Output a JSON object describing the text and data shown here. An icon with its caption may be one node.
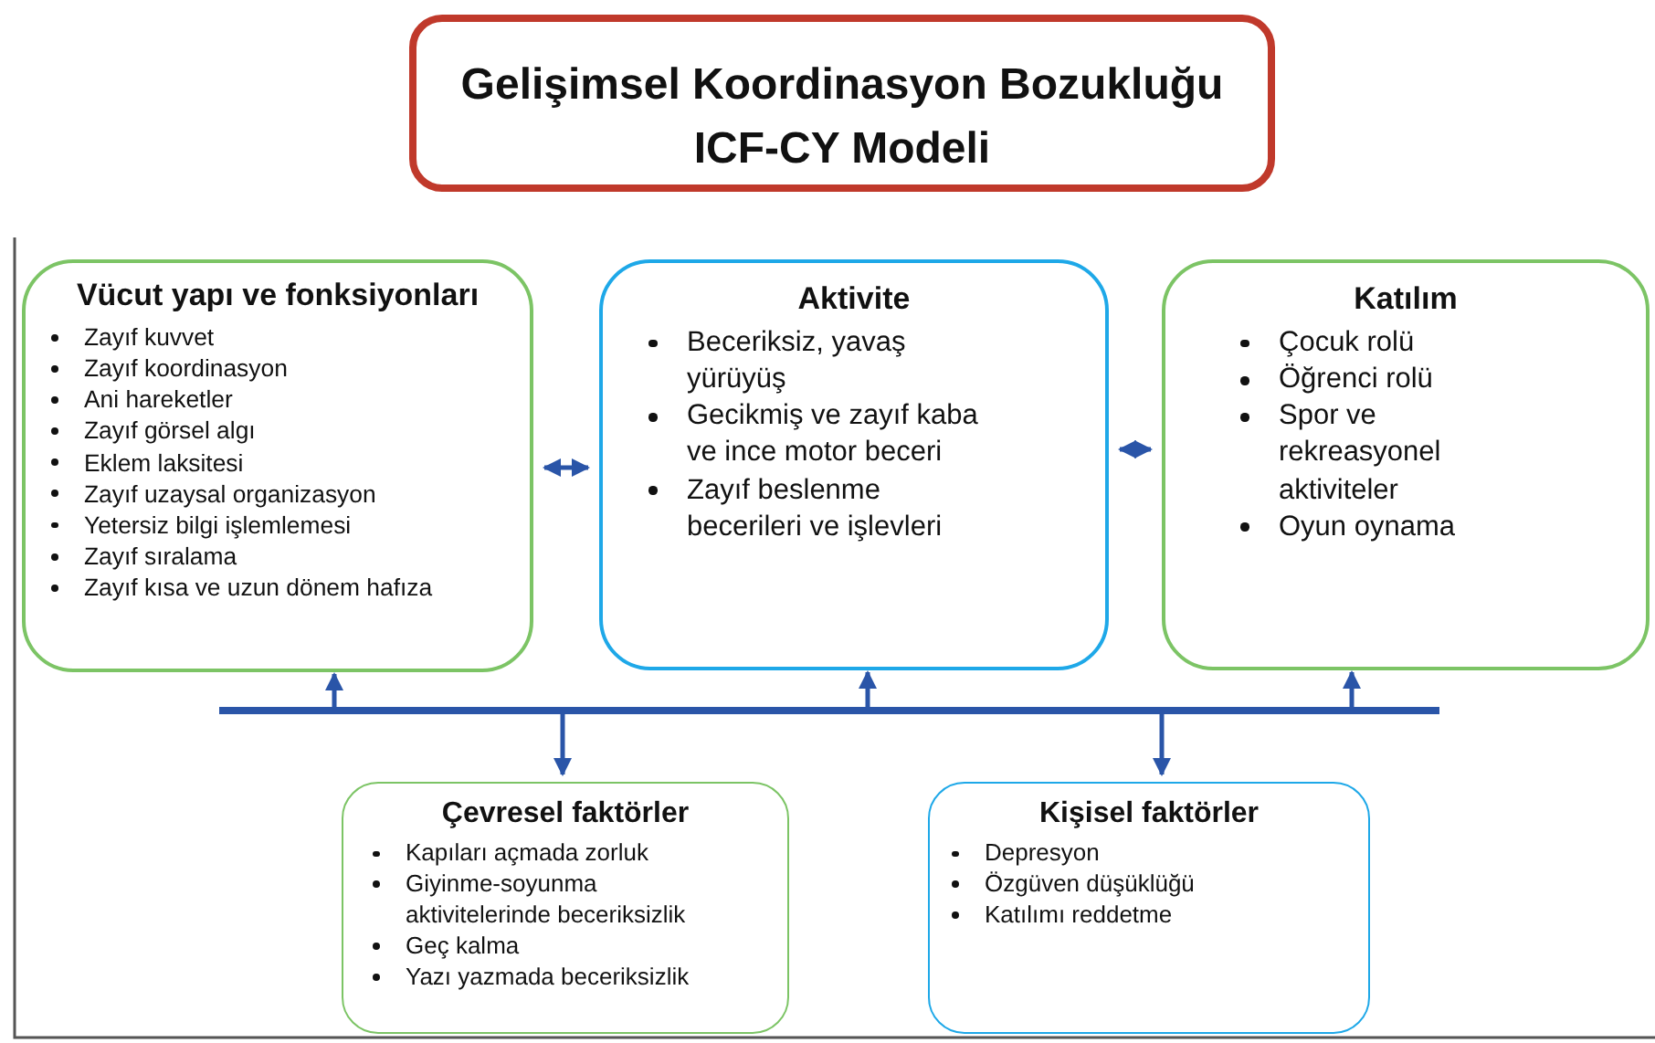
{
  "diagram": {
    "nodes": [
      {
        "text": [
          "Gelişimsel Koordinasyon Bozukluğu ICF-CY Modeli"
        ]
      },
      {
        "text": [
          "Vücut yapı ve fonksiyonları",
          "Zayıf kuvvet",
          "Zayıf koordinasyon",
          "Ani hareketler",
          "Zayıf görsel algı",
          "Eklem laksitesi",
          "Zayıf uzaysal organizasyon",
          "Yetersiz bilgi işlemlemesi",
          "Zayıf sıralama",
          "Zayıf kısa ve uzun dönem hafıza"
        ]
      },
      {
        "text": [
          "Aktivite",
          "Beceriksiz, yavaş yürüyüş",
          "Gecikmiş ve zayıf kaba ve ince motor beceri",
          "Zayıf beslenme becerileri ve işlevleri"
        ]
      },
      {
        "text": [
          "Katılım",
          "Çocuk rolü",
          "Öğrenci rolü",
          "Spor ve rekreasyonel aktiviteler",
          "Oyun oynama"
        ]
      },
      {
        "text": [
          "Çevresel faktörler",
          "Kapıları açmada zorluk",
          "Giyinme-soyunma aktivitelerinde beceriksizlik",
          "Geç kalma",
          "Yazı yazmada beceriksizlik"
        ]
      },
      {
        "text": [
          "Kişisel faktörler",
          "Depresyon",
          "Özgüven düşüklüğü",
          "Katılımı reddetme"
        ]
      },
      {
        "text": [],
        "shape": "bar"
      }
    ],
    "edges": [
      {
        "from": 1,
        "to": 2,
        "arrow": "both"
      },
      {
        "from": 2,
        "to": 3,
        "arrow": "both"
      },
      {
        "from": 6,
        "to": 1,
        "arrow": "to"
      },
      {
        "from": 6,
        "to": 2,
        "arrow": "to"
      },
      {
        "from": 6,
        "to": 3,
        "arrow": "to"
      },
      {
        "from": 6,
        "to": 4,
        "arrow": "to"
      },
      {
        "from": 6,
        "to": 5,
        "arrow": "to"
      }
    ]
  }
}
